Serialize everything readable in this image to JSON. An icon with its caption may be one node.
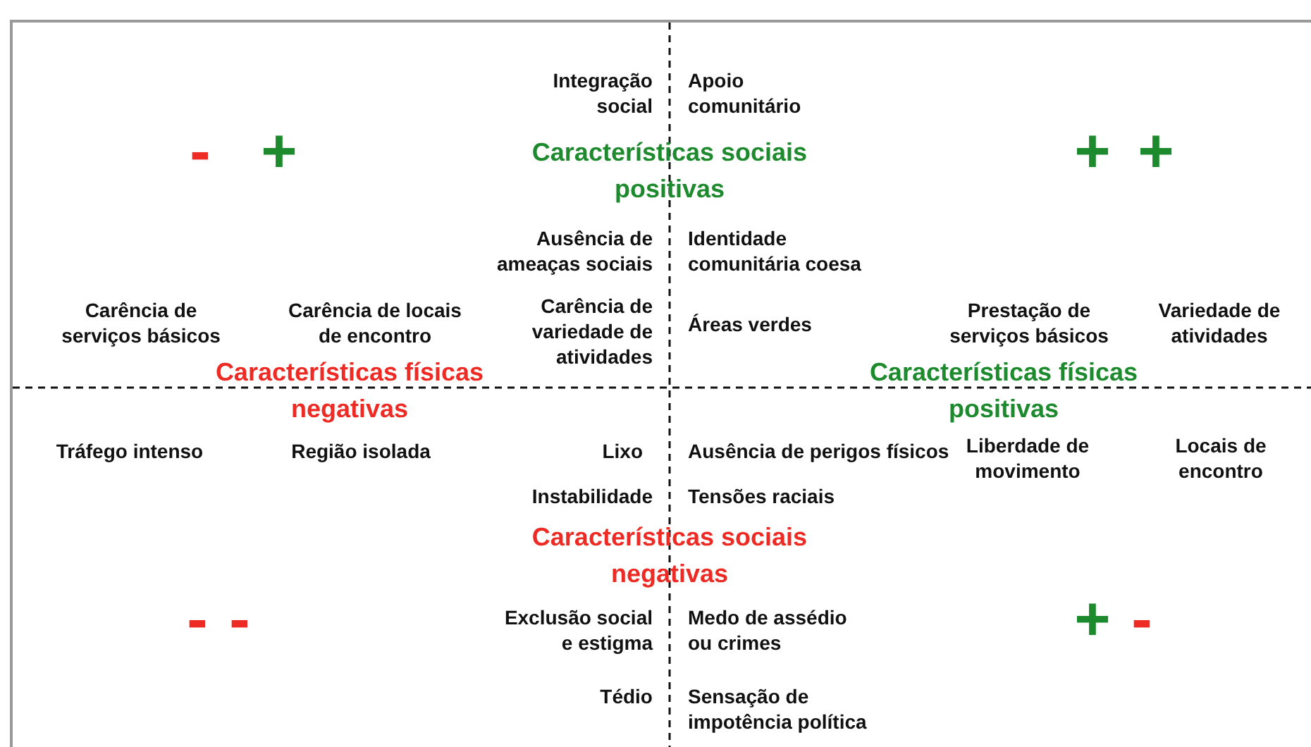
{
  "diagram": {
    "labels": [
      "Integração social",
      "Apoio comunitário",
      "-",
      "+",
      "Características sociais positivas",
      "+",
      "+",
      "Ausência de ameaças sociais",
      "Identidade comunitária coesa",
      "Carência de serviços básicos",
      "Carência de locais de encontro",
      "Carência de variedade de atividades",
      "Áreas verdes",
      "Prestação de serviços básicos",
      "Variedade de atividades",
      "Características físicas negativas",
      "Características físicas positivas",
      "Tráfego intenso",
      "Região isolada",
      "Lixo",
      "Ausência de perigos físicos",
      "Liberdade de movimento",
      "Locais de encontro",
      "Instabilidade",
      "Tensões raciais",
      "Características sociais negativas",
      "-",
      "-",
      "Exclusão social e estigma",
      "Medo de assédio ou crimes",
      "+",
      "-",
      "Tédio",
      "Sensação de impotência política"
    ]
  }
}
